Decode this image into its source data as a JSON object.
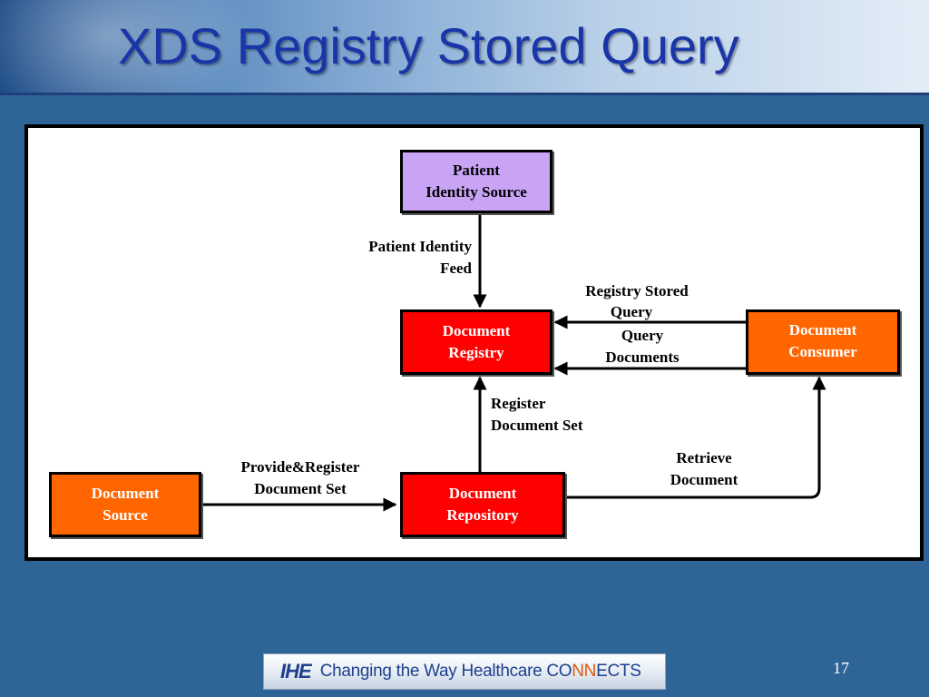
{
  "slide": {
    "title": "XDS Registry Stored Query",
    "page_number": "17"
  },
  "diagram": {
    "actors": {
      "patient_identity_source": {
        "line1": "Patient",
        "line2": "Identity Source"
      },
      "document_registry": {
        "line1": "Document",
        "line2": "Registry"
      },
      "document_consumer": {
        "line1": "Document",
        "line2": "Consumer"
      },
      "document_source": {
        "line1": "Document",
        "line2": "Source"
      },
      "document_repository": {
        "line1": "Document",
        "line2": "Repository"
      }
    },
    "transactions": {
      "patient_identity_feed": {
        "line1": "Patient Identity",
        "line2": "Feed"
      },
      "registry_stored_query": {
        "line1": "Registry Stored",
        "line2": "Query"
      },
      "query_documents": {
        "line1": "Query",
        "line2": "Documents"
      },
      "register_document_set": {
        "line1": "Register",
        "line2": "Document Set"
      },
      "provide_register": {
        "line1": "Provide&Register",
        "line2": "Document Set"
      },
      "retrieve_document": {
        "line1": "Retrieve",
        "line2": "Document"
      }
    },
    "colors": {
      "source_actor": "#c9a4f5",
      "registry_actor": "#ff0000",
      "consumer_actor": "#ff6600"
    }
  },
  "footer": {
    "logo": "IHE",
    "tagline_prefix": "Changing the Way Healthcare ",
    "tagline_co": "CO",
    "tagline_nn": "NN",
    "tagline_ects": "ECTS",
    "colors": {
      "brand_blue": "#1d3f8f",
      "accent_orange": "#e05a12"
    }
  }
}
